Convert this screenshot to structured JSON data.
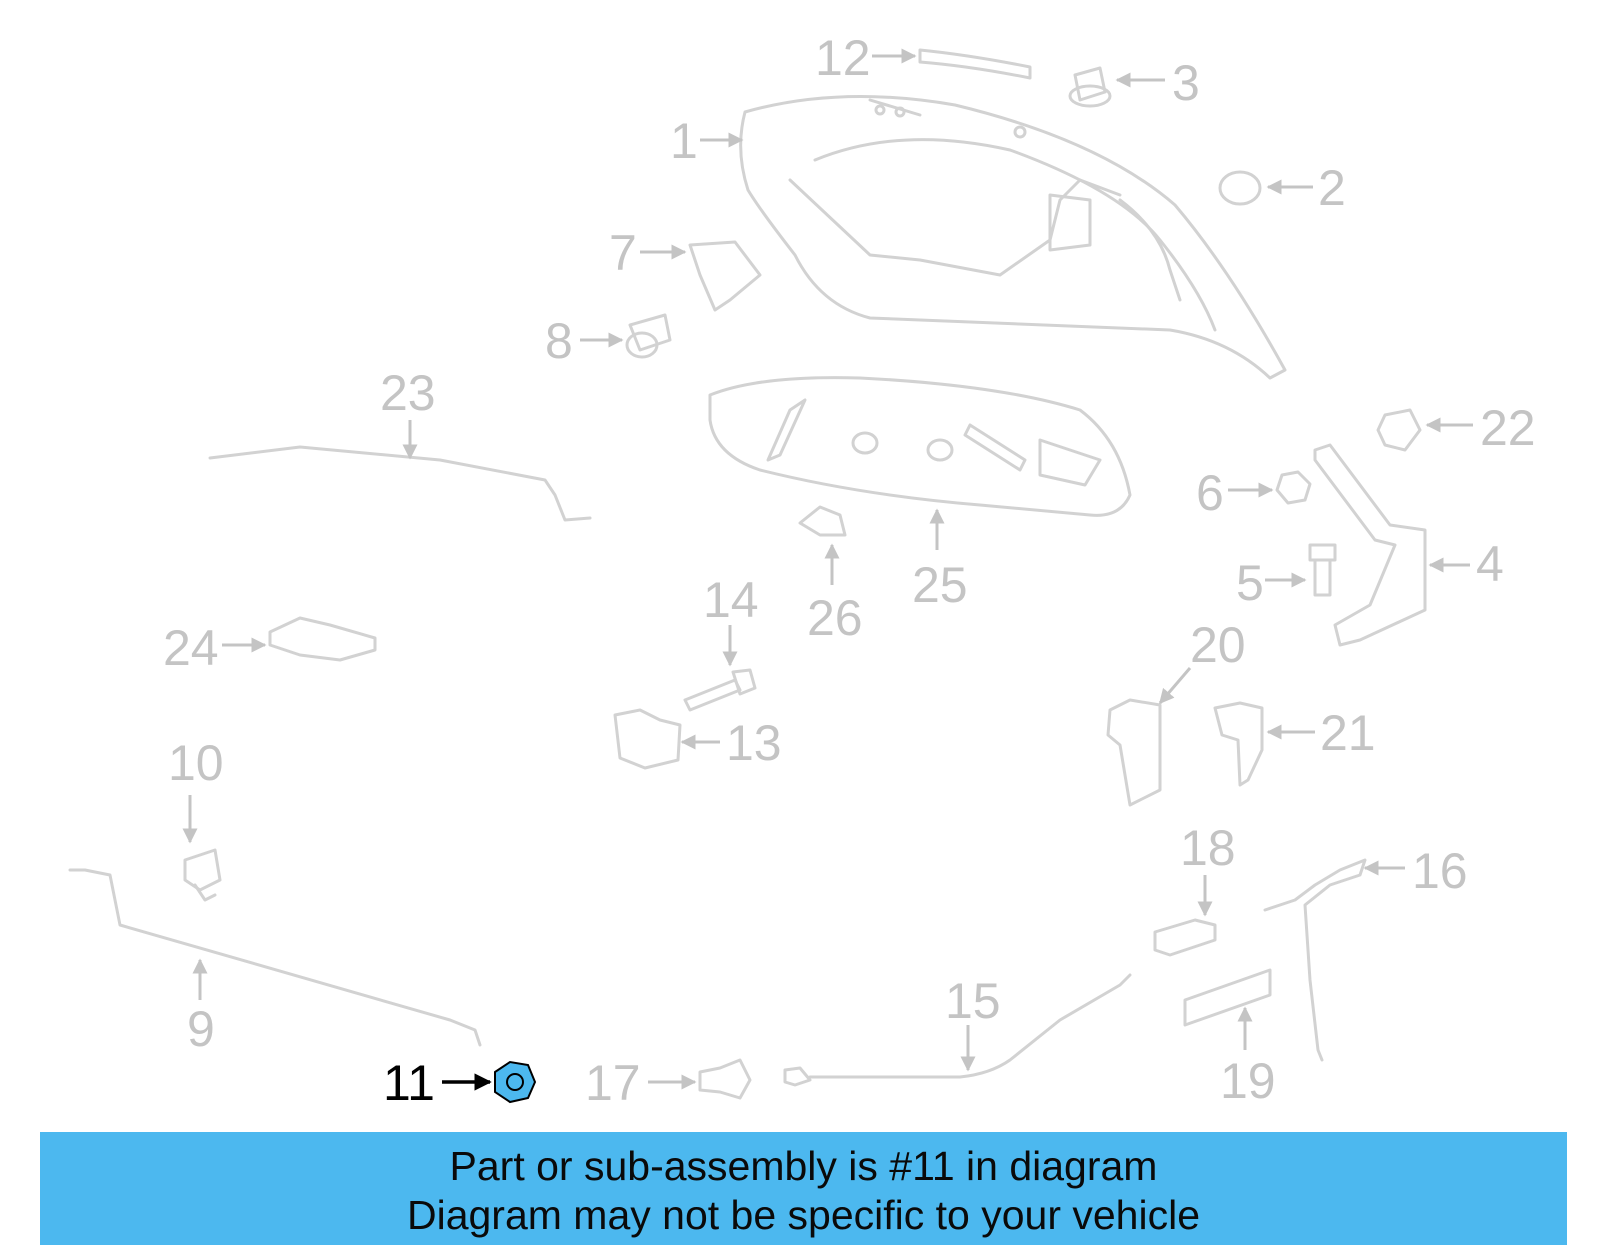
{
  "diagram": {
    "highlight_color": "#4cb8ef",
    "callouts": [
      {
        "id": "c1",
        "label": "1"
      },
      {
        "id": "c2",
        "label": "2"
      },
      {
        "id": "c3",
        "label": "3"
      },
      {
        "id": "c4",
        "label": "4"
      },
      {
        "id": "c5",
        "label": "5"
      },
      {
        "id": "c6",
        "label": "6"
      },
      {
        "id": "c7",
        "label": "7"
      },
      {
        "id": "c8",
        "label": "8"
      },
      {
        "id": "c9",
        "label": "9"
      },
      {
        "id": "c10",
        "label": "10"
      },
      {
        "id": "c11",
        "label": "11",
        "highlighted": true
      },
      {
        "id": "c12",
        "label": "12"
      },
      {
        "id": "c13",
        "label": "13"
      },
      {
        "id": "c14",
        "label": "14"
      },
      {
        "id": "c15",
        "label": "15"
      },
      {
        "id": "c16",
        "label": "16"
      },
      {
        "id": "c17",
        "label": "17"
      },
      {
        "id": "c18",
        "label": "18"
      },
      {
        "id": "c19",
        "label": "19"
      },
      {
        "id": "c20",
        "label": "20"
      },
      {
        "id": "c21",
        "label": "21"
      },
      {
        "id": "c22",
        "label": "22"
      },
      {
        "id": "c23",
        "label": "23"
      },
      {
        "id": "c24",
        "label": "24"
      },
      {
        "id": "c25",
        "label": "25"
      },
      {
        "id": "c26",
        "label": "26"
      }
    ]
  },
  "banner": {
    "line1": "Part or sub-assembly is #11 in diagram",
    "line2": "Diagram may not be specific to your vehicle",
    "color": "#4cb8ef"
  }
}
